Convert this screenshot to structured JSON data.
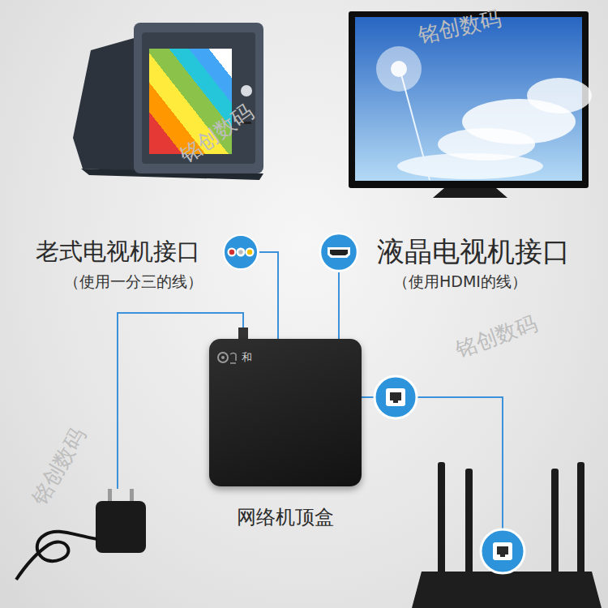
{
  "diagram": {
    "nodes": [
      {
        "text": [
          "老式电视机接口",
          "（使用一分三的线）"
        ]
      },
      {
        "text": [
          "液晶电视机接口",
          "（使用HDMI的线）"
        ]
      },
      {
        "text": [
          "和",
          "网络机顶盒"
        ]
      }
    ],
    "edges": [
      {
        "from": 2,
        "to": 0,
        "arrow": "none"
      },
      {
        "from": 2,
        "to": 1,
        "arrow": "none"
      }
    ],
    "labels": [
      "铭创数码",
      "铭创数码",
      "铭创数码",
      "铭创数码"
    ]
  }
}
